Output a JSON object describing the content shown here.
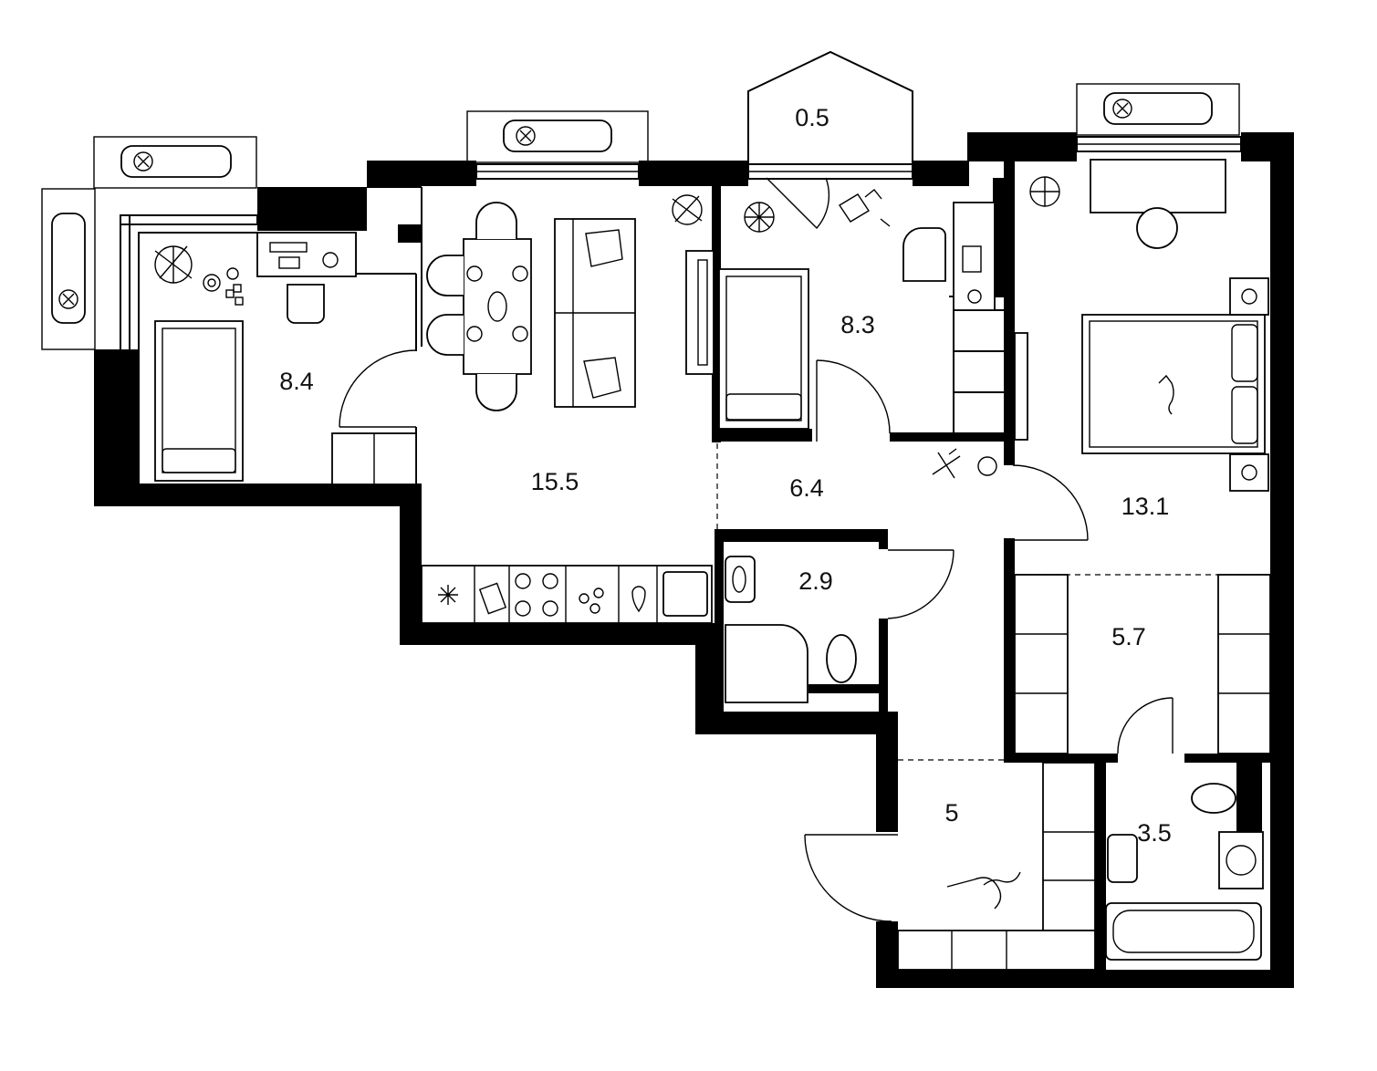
{
  "rooms": [
    {
      "id": "children-room",
      "area": "8.4"
    },
    {
      "id": "kitchen-living",
      "area": "15.5"
    },
    {
      "id": "balcony",
      "area": "0.5"
    },
    {
      "id": "study-room",
      "area": "8.3"
    },
    {
      "id": "hallway",
      "area": "6.4"
    },
    {
      "id": "bathroom-small",
      "area": "2.9"
    },
    {
      "id": "bedroom",
      "area": "13.1"
    },
    {
      "id": "wardrobe",
      "area": "5.7"
    },
    {
      "id": "entrance",
      "area": "5"
    },
    {
      "id": "bathroom",
      "area": "3.5"
    }
  ],
  "colors": {
    "wall": "#000000",
    "background": "#ffffff",
    "line": "#000000"
  },
  "icons": [
    "plant-icon",
    "cat-icon",
    "ac-unit-icon",
    "toy-plane-icon",
    "ball-icon",
    "stove-icon",
    "sink-icon",
    "toilet-icon",
    "washing-machine-icon",
    "bathtub-icon",
    "shower-icon",
    "bed-icon",
    "sofa-icon",
    "dining-table-icon",
    "chair-icon",
    "desk-icon",
    "fridge-icon"
  ]
}
